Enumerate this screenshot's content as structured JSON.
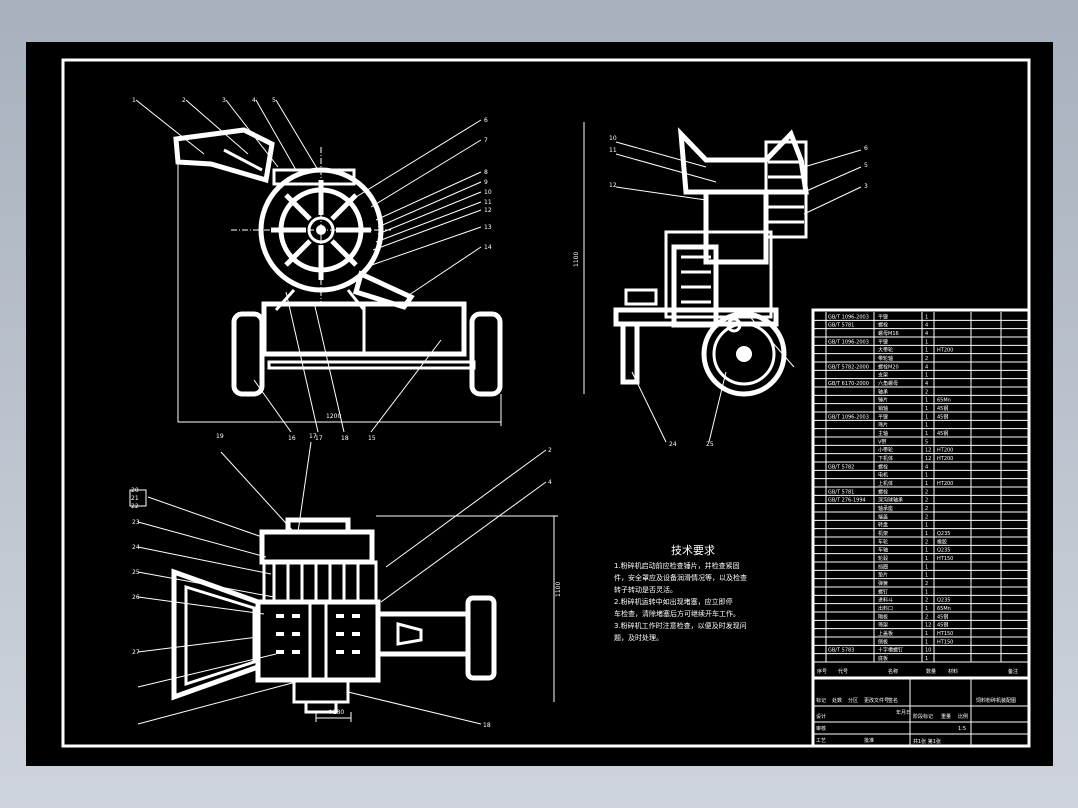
{
  "views": {
    "front": {
      "labels": [
        "1",
        "2",
        "3",
        "4",
        "5",
        "6",
        "7",
        "8",
        "9",
        "10",
        "11",
        "12",
        "13",
        "14"
      ],
      "bottom_labels": [
        "16",
        "17",
        "18",
        "15"
      ],
      "width_dim": "1200"
    },
    "side": {
      "labels": [
        "10",
        "11",
        "12",
        "6",
        "5",
        "3"
      ],
      "bottom_labels": [
        "24",
        "25"
      ],
      "height_dim": "1100"
    },
    "top": {
      "labels": [
        "19",
        "17",
        "20",
        "21",
        "22",
        "23",
        "2",
        "4",
        "18"
      ],
      "left_labels": [
        "20",
        "21",
        "22",
        "23",
        "24",
        "25",
        "26",
        "27"
      ],
      "height_dim": "1100",
      "bottom_dim": "Φ180"
    }
  },
  "tech": {
    "title": "技术要求",
    "lines": [
      "1.粉碎机启动前应检查锤片，并检查紧固",
      "件，安全罩应及设备润滑情况等，以及检查",
      "转子转动是否灵活。",
      "2.粉碎机运转中如出现堵塞，应立即停",
      "车检查，清除堵塞后方可继续开车工作。",
      "3.粉碎机工作时注意检查，以便及时发现问",
      "题，及时处理。"
    ]
  },
  "bom": {
    "rows": [
      {
        "no": "",
        "std": "GB/T 1096-2003",
        "name": "平键",
        "qty": "1",
        "mat": ""
      },
      {
        "no": "",
        "std": "GB/T 5781",
        "name": "螺栓",
        "qty": "4",
        "mat": ""
      },
      {
        "no": "",
        "std": "",
        "name": "螺母M16",
        "qty": "4",
        "mat": ""
      },
      {
        "no": "",
        "std": "GB/T 1096-2003",
        "name": "平键",
        "qty": "1",
        "mat": ""
      },
      {
        "no": "",
        "std": "",
        "name": "大带轮",
        "qty": "1",
        "mat": "HT200"
      },
      {
        "no": "",
        "std": "",
        "name": "带轮轴",
        "qty": "2",
        "mat": ""
      },
      {
        "no": "",
        "std": "GB/T 5782-2000",
        "name": "螺栓M20",
        "qty": "4",
        "mat": ""
      },
      {
        "no": "",
        "std": "",
        "name": "支架",
        "qty": "1",
        "mat": ""
      },
      {
        "no": "",
        "std": "GB/T 6170-2000",
        "name": "六角螺母",
        "qty": "4",
        "mat": ""
      },
      {
        "no": "",
        "std": "",
        "name": "轴承",
        "qty": "2",
        "mat": ""
      },
      {
        "no": "",
        "std": "",
        "name": "锤片",
        "qty": "1",
        "mat": "65Mn"
      },
      {
        "no": "",
        "std": "",
        "name": "销轴",
        "qty": "1",
        "mat": "45钢"
      },
      {
        "no": "",
        "std": "GB/T 1096-2003",
        "name": "平键",
        "qty": "1",
        "mat": "45钢"
      },
      {
        "no": "",
        "std": "",
        "name": "筛片",
        "qty": "1",
        "mat": ""
      },
      {
        "no": "",
        "std": "",
        "name": "主轴",
        "qty": "1",
        "mat": "45钢"
      },
      {
        "no": "",
        "std": "",
        "name": "V带",
        "qty": "5",
        "mat": ""
      },
      {
        "no": "",
        "std": "",
        "name": "小带轮",
        "qty": "12",
        "mat": "HT200"
      },
      {
        "no": "",
        "std": "",
        "name": "下机体",
        "qty": "12",
        "mat": "HT200"
      },
      {
        "no": "",
        "std": "GB/T 5782",
        "name": "螺栓",
        "qty": "4",
        "mat": ""
      },
      {
        "no": "",
        "std": "",
        "name": "电机",
        "qty": "1",
        "mat": ""
      },
      {
        "no": "",
        "std": "",
        "name": "上机体",
        "qty": "1",
        "mat": "HT200"
      },
      {
        "no": "",
        "std": "GB/T 5781",
        "name": "螺栓",
        "qty": "2",
        "mat": ""
      },
      {
        "no": "",
        "std": "GB/T 276-1994",
        "name": "深沟球轴承",
        "qty": "2",
        "mat": ""
      },
      {
        "no": "",
        "std": "",
        "name": "轴承座",
        "qty": "2",
        "mat": ""
      },
      {
        "no": "",
        "std": "",
        "name": "端盖",
        "qty": "2",
        "mat": ""
      },
      {
        "no": "",
        "std": "",
        "name": "转盘",
        "qty": "1",
        "mat": ""
      },
      {
        "no": "",
        "std": "",
        "name": "机架",
        "qty": "1",
        "mat": "Q235"
      },
      {
        "no": "",
        "std": "",
        "name": "车轮",
        "qty": "2",
        "mat": "橡胶"
      },
      {
        "no": "",
        "std": "",
        "name": "车轴",
        "qty": "1",
        "mat": "Q235"
      },
      {
        "no": "",
        "std": "",
        "name": "轮毂",
        "qty": "1",
        "mat": "HT150"
      },
      {
        "no": "",
        "std": "",
        "name": "挡圈",
        "qty": "1",
        "mat": ""
      },
      {
        "no": "",
        "std": "",
        "name": "垫片",
        "qty": "1",
        "mat": ""
      },
      {
        "no": "",
        "std": "",
        "name": "弹簧",
        "qty": "2",
        "mat": ""
      },
      {
        "no": "",
        "std": "",
        "name": "螺钉",
        "qty": "1",
        "mat": ""
      },
      {
        "no": "",
        "std": "",
        "name": "进料斗",
        "qty": "2",
        "mat": "Q235"
      },
      {
        "no": "",
        "std": "",
        "name": "出料口",
        "qty": "1",
        "mat": "65Mn"
      },
      {
        "no": "",
        "std": "",
        "name": "隔板",
        "qty": "2",
        "mat": "45钢"
      },
      {
        "no": "",
        "std": "",
        "name": "筛架",
        "qty": "12",
        "mat": "45钢"
      },
      {
        "no": "",
        "std": "",
        "name": "上盖板",
        "qty": "1",
        "mat": "HT150"
      },
      {
        "no": "",
        "std": "",
        "name": "侧板",
        "qty": "1",
        "mat": "HT150"
      },
      {
        "no": "",
        "std": "GB/T 5783",
        "name": "十字槽螺钉",
        "qty": "10",
        "mat": ""
      },
      {
        "no": "",
        "std": "",
        "name": "底板",
        "qty": "1",
        "mat": ""
      }
    ],
    "headers": [
      "序号",
      "代号",
      "名称",
      "数量",
      "材料",
      "备注"
    ],
    "title_block": {
      "drawing_name": "饲料粉碎机装配图",
      "sheet_info": "共1张 第1张",
      "scale": "1:5",
      "marks": [
        "标记",
        "处数",
        "分区",
        "更改文件号",
        "签名",
        "年月日"
      ],
      "roles": [
        "设计",
        "审核",
        "工艺",
        "批准"
      ],
      "stage": "阶段标记",
      "weight": "重量",
      "ratio": "比例"
    }
  }
}
